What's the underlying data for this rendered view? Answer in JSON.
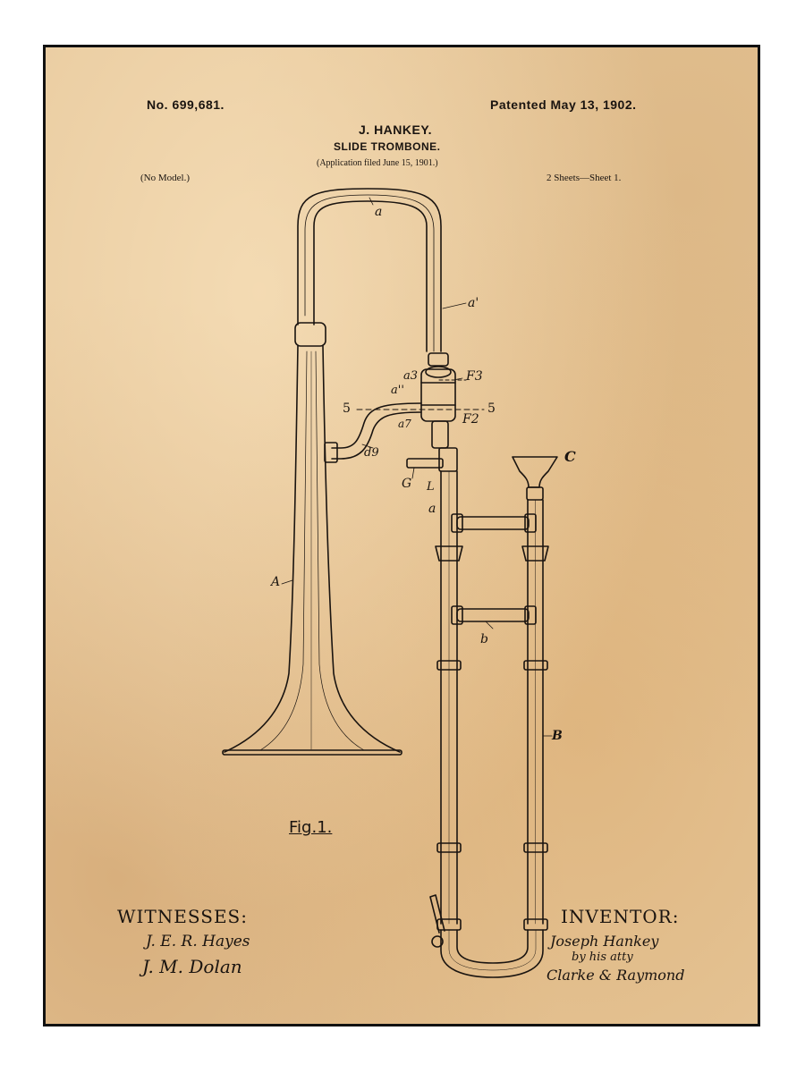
{
  "header": {
    "patent_number": "No. 699,681.",
    "patent_date": "Patented May 13, 1902.",
    "inventor_name": "J. HANKEY.",
    "title": "SLIDE TROMBONE.",
    "application": "(Application filed June 15, 1901.)",
    "model_note": "(No Model.)",
    "sheet": "2 Sheets—Sheet 1."
  },
  "figure": {
    "caption": "Fig.1.",
    "reference_labels": [
      "a",
      "a'",
      "a3",
      "a''",
      "a7",
      "d9",
      "F3",
      "F2",
      "5",
      "5",
      "G",
      "L",
      "a",
      "C",
      "A",
      "b",
      "B"
    ]
  },
  "signatures": {
    "witnesses_heading": "WITNESSES:",
    "witness_1": "J. E. R. Hayes",
    "witness_2": "J. M. Dolan",
    "inventor_heading": "INVENTOR:",
    "inventor_signature": "Joseph Hankey",
    "attorney_line": "by his atty",
    "attorney_name": "Clarke & Raymond"
  },
  "colors": {
    "paper": "#e6c79a",
    "ink": "#1a1410",
    "border": "#111111"
  }
}
